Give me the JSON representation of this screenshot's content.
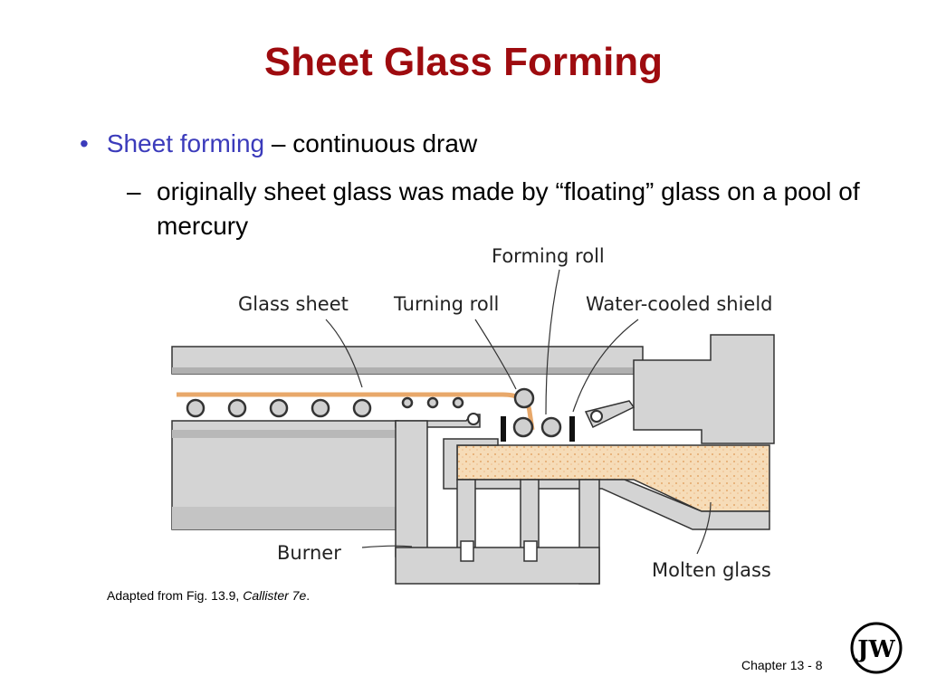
{
  "slide": {
    "title": "Sheet Glass Forming",
    "bullet": {
      "highlight": "Sheet forming",
      "rest": " – continuous draw"
    },
    "sub_bullet": {
      "dash": "–",
      "text": "originally sheet glass was made by “floating” glass on a pool of mercury"
    },
    "caption": {
      "prefix": "Adapted from Fig. 13.9, ",
      "italic": "Callister 7e",
      "suffix": "."
    },
    "footer": {
      "chapter": "Chapter 13 -",
      "page": "8"
    }
  },
  "diagram": {
    "labels": {
      "forming_roll": "Forming roll",
      "glass_sheet": "Glass sheet",
      "turning_roll": "Turning roll",
      "water_cooled_shield": "Water-cooled shield",
      "burner": "Burner",
      "molten_glass": "Molten glass"
    }
  },
  "colors": {
    "title": "#9e0b0f",
    "accent": "#3b3bbb",
    "glass_sheet": "#e8a86a",
    "molten_glass": "#f6dcb8",
    "metal": "#d4d4d4"
  },
  "logo": {
    "name": "wiley-logo-icon",
    "letters": "JW"
  }
}
